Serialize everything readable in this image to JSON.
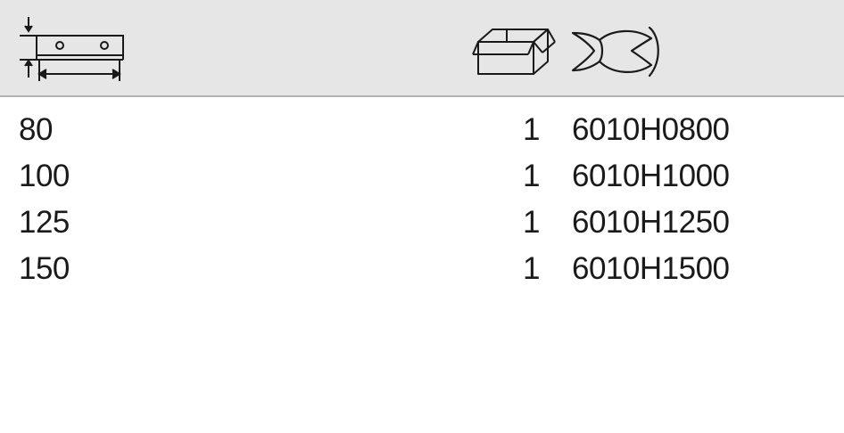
{
  "header": {
    "icons": [
      "plate-dimension-icon",
      "package-box-icon",
      "fish-icon"
    ]
  },
  "rows": [
    {
      "size": "80",
      "qty": "1",
      "article": "6010H0800"
    },
    {
      "size": "100",
      "qty": "1",
      "article": "6010H1000"
    },
    {
      "size": "125",
      "qty": "1",
      "article": "6010H1250"
    },
    {
      "size": "150",
      "qty": "1",
      "article": "6010H1500"
    }
  ]
}
